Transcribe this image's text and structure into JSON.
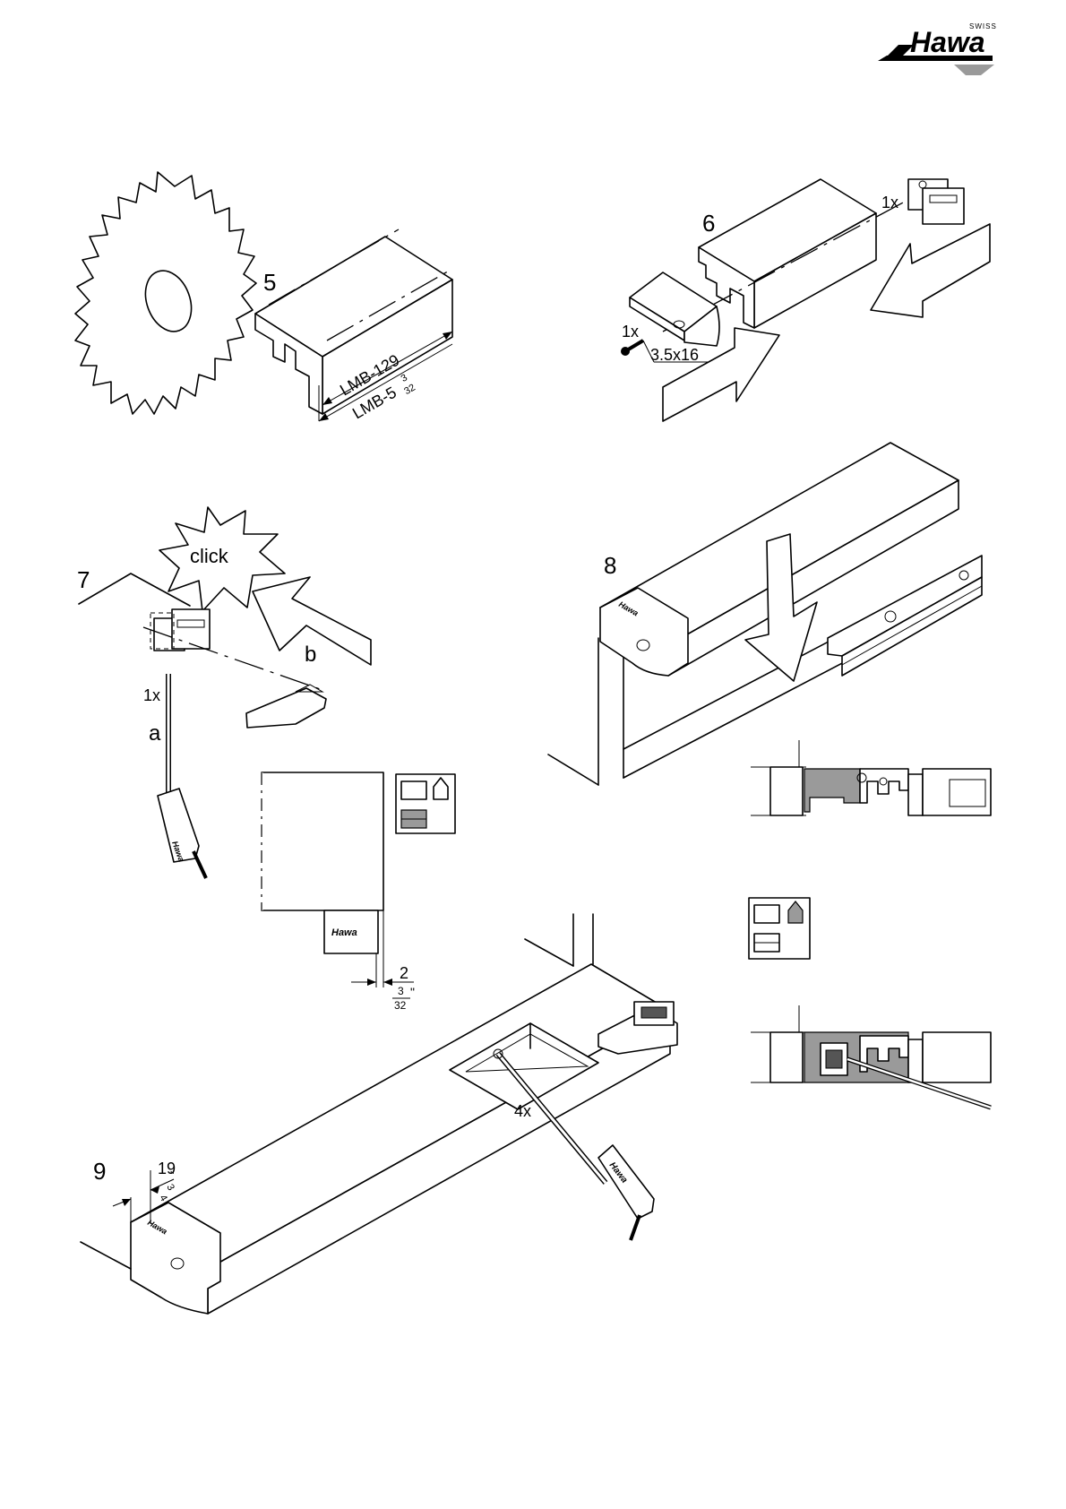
{
  "brand": {
    "name": "Hawa",
    "tag": "SWISS"
  },
  "steps": {
    "s5": {
      "number": "5",
      "dim_top": "LMB-129",
      "dim_bottom_prefix": "LMB-5",
      "dim_bottom_num": "3",
      "dim_bottom_den": "32"
    },
    "s6": {
      "number": "6",
      "qty_clip": "1x",
      "qty_screw": "1x",
      "screw_size": "3.5x16"
    },
    "s7": {
      "number": "7",
      "click": "click",
      "label_a": "a",
      "label_b": "b",
      "qty": "1x",
      "dim_mm": "2",
      "dim_in_num": "3",
      "dim_in_den": "32",
      "inch_mark": "\""
    },
    "s8": {
      "number": "8"
    },
    "s9": {
      "number": "9",
      "qty": "4x",
      "dim_mm": "19",
      "dim_in_num": "3",
      "dim_in_den": "4",
      "inch_mark": "\""
    }
  },
  "colors": {
    "line": "#000000",
    "shade": "#9a9a9a",
    "background": "#ffffff"
  }
}
